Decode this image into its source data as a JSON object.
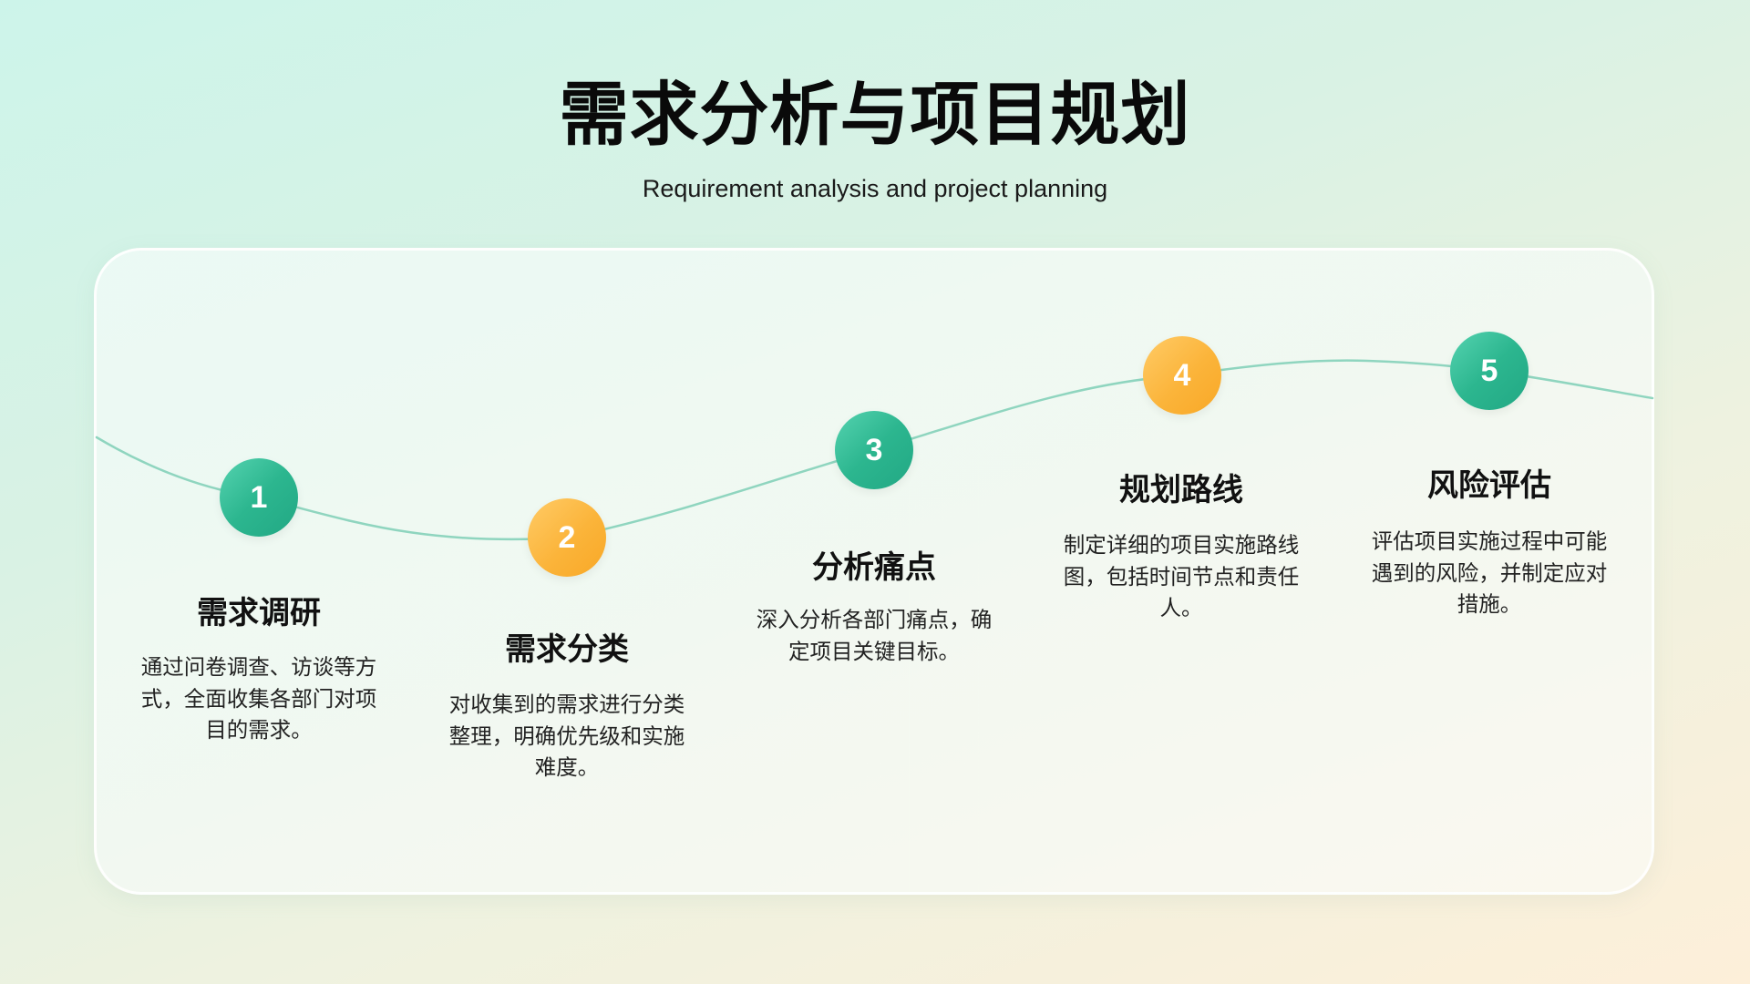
{
  "header": {
    "title": "需求分析与项目规划",
    "subtitle": "Requirement analysis and project planning"
  },
  "colors": {
    "teal": "#2cb68f",
    "orange": "#f9b132",
    "curve": "#8fd5bf",
    "background_start": "#cdf4ea",
    "background_end": "#fdefd9"
  },
  "steps": [
    {
      "number": "1",
      "title": "需求调研",
      "description": "通过问卷调查、访谈等方式，全面收集各部门对项目的需求。",
      "color": "teal"
    },
    {
      "number": "2",
      "title": "需求分类",
      "description": "对收集到的需求进行分类整理，明确优先级和实施难度。",
      "color": "orange"
    },
    {
      "number": "3",
      "title": "分析痛点",
      "description": "深入分析各部门痛点，确定项目关键目标。",
      "color": "teal"
    },
    {
      "number": "4",
      "title": "规划路线",
      "description": "制定详细的项目实施路线图，包括时间节点和责任人。",
      "color": "orange"
    },
    {
      "number": "5",
      "title": "风险评估",
      "description": "评估项目实施过程中可能遇到的风险，并制定应对措施。",
      "color": "teal"
    }
  ]
}
